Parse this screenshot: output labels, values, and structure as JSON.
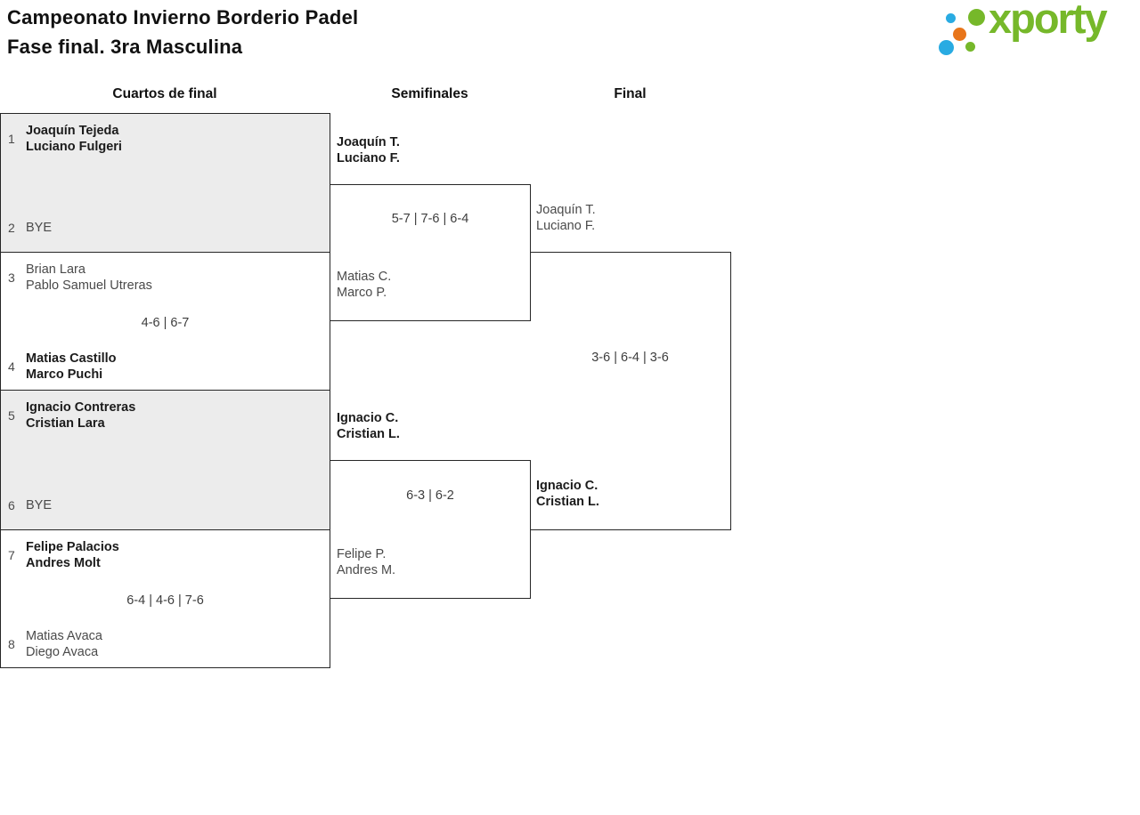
{
  "page": {
    "title_line1": "Campeonato Invierno Borderio Padel",
    "title_line2": "Fase final. 3ra Masculina"
  },
  "logo": {
    "brand": "xporty",
    "colors": {
      "green": "#76b82a",
      "blue": "#29abe2",
      "orange": "#e8751a"
    }
  },
  "columns": {
    "quarterfinals": "Cuartos de final",
    "semifinals": "Semifinales",
    "final": "Final"
  },
  "bracket": {
    "quarterfinals": [
      {
        "top_seed": "1",
        "top": [
          "Joaquín Tejeda",
          "Luciano Fulgeri"
        ],
        "bottom_seed": "2",
        "bottom": [
          "BYE"
        ],
        "score": "",
        "winner": "top"
      },
      {
        "top_seed": "3",
        "top": [
          "Brian Lara",
          "Pablo Samuel Utreras"
        ],
        "bottom_seed": "4",
        "bottom": [
          "Matias Castillo",
          "Marco Puchi"
        ],
        "score": "4-6 | 6-7",
        "winner": "bottom"
      },
      {
        "top_seed": "5",
        "top": [
          "Ignacio Contreras",
          "Cristian Lara"
        ],
        "bottom_seed": "6",
        "bottom": [
          "BYE"
        ],
        "score": "",
        "winner": "top"
      },
      {
        "top_seed": "7",
        "top": [
          "Felipe Palacios",
          "Andres Molt"
        ],
        "bottom_seed": "8",
        "bottom": [
          "Matias Avaca",
          "Diego Avaca"
        ],
        "score": "6-4 | 4-6 | 7-6",
        "winner": "top"
      }
    ],
    "semifinals": [
      {
        "top": [
          "Joaquín T.",
          "Luciano F."
        ],
        "bottom": [
          "Matias C.",
          "Marco P."
        ],
        "score": "5-7 | 7-6 | 6-4",
        "winner": "top"
      },
      {
        "top": [
          "Ignacio C.",
          "Cristian L."
        ],
        "bottom": [
          "Felipe P.",
          "Andres M."
        ],
        "score": "6-3 | 6-2",
        "winner": "top"
      }
    ],
    "final": {
      "top": [
        "Joaquín T.",
        "Luciano F."
      ],
      "bottom": [
        "Ignacio C.",
        "Cristian L."
      ],
      "score": "3-6 | 6-4 | 3-6",
      "winner": "bottom"
    }
  }
}
